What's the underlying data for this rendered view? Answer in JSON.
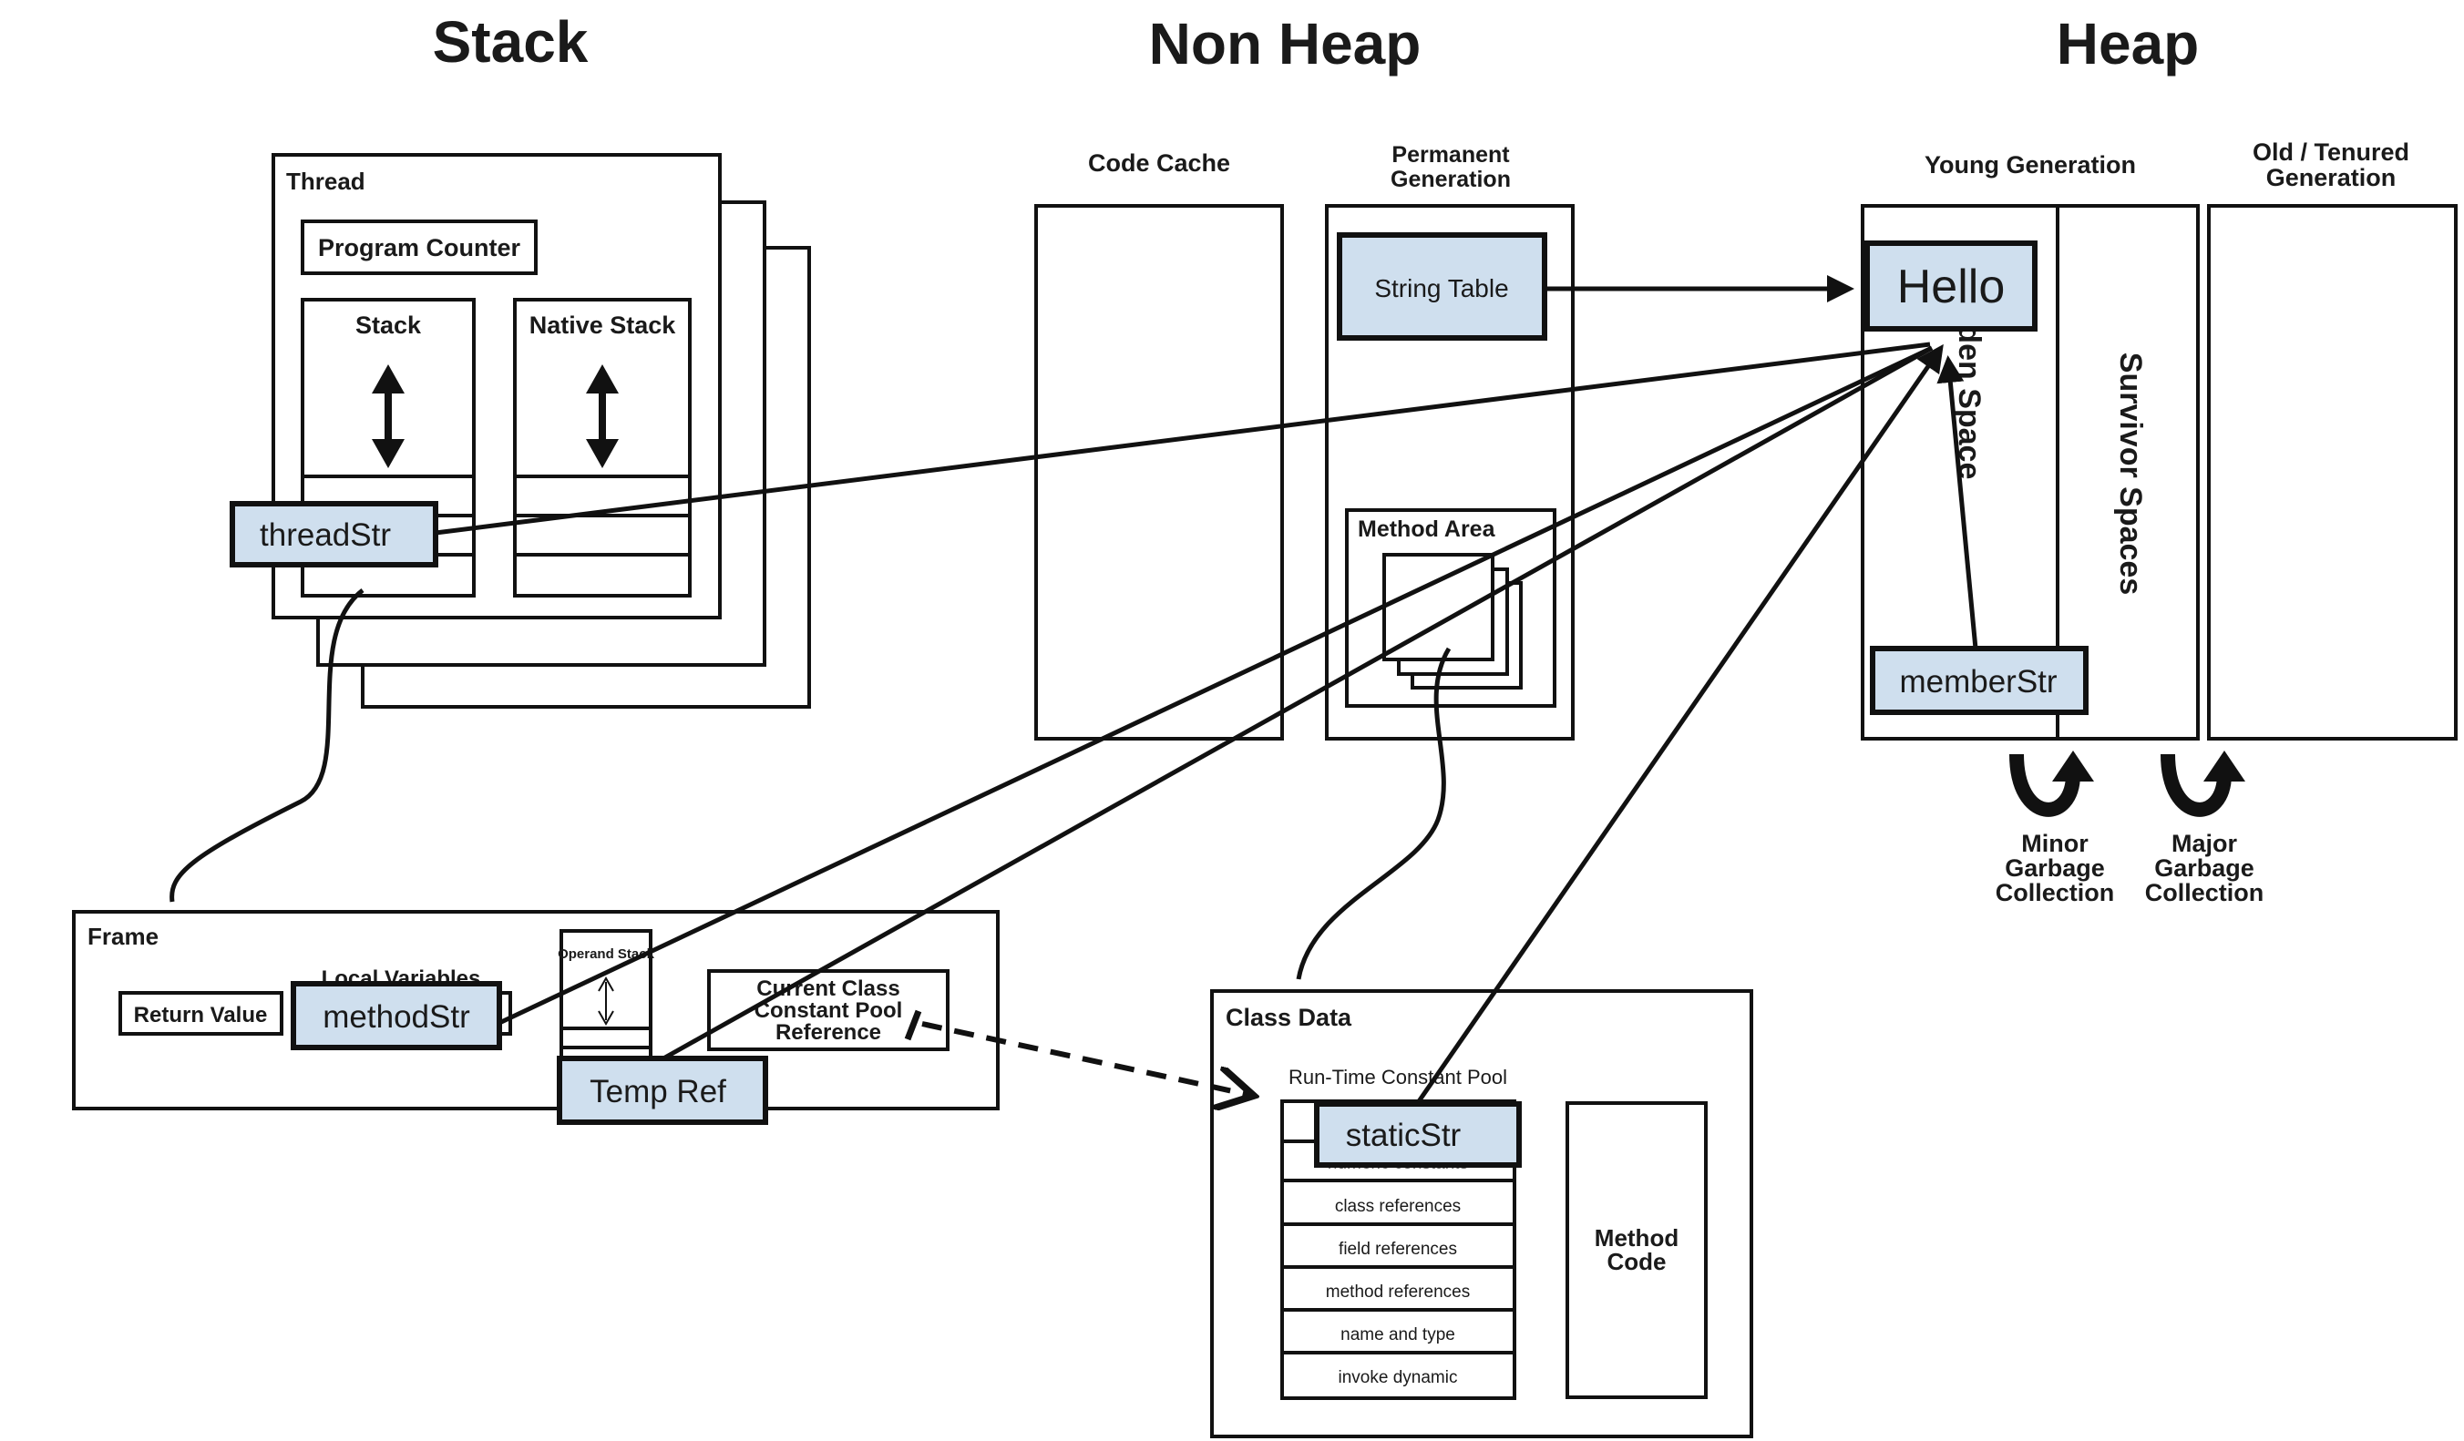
{
  "sections": {
    "stack": "Stack",
    "non_heap": "Non Heap",
    "heap": "Heap"
  },
  "stack_area": {
    "thread_label": "Thread",
    "program_counter": "Program Counter",
    "stack_label": "Stack",
    "native_stack_label": "Native Stack",
    "thread_str": "threadStr"
  },
  "frame": {
    "label": "Frame",
    "return_value": "Return Value",
    "local_variables": "Local Variables",
    "method_str": "methodStr",
    "operand_stack": "Operand Stack",
    "temp_ref": "Temp Ref",
    "current_class_lines": [
      "Current Class",
      "Constant Pool",
      "Reference"
    ]
  },
  "non_heap_area": {
    "code_cache": "Code Cache",
    "permanent_generation_lines": [
      "Permanent",
      "Generation"
    ],
    "string_table": "String Table",
    "method_area": "Method Area"
  },
  "class_data": {
    "label": "Class Data",
    "runtime_constant_pool": "Run-Time Constant Pool",
    "static_str": "staticStr",
    "numeric_constants": "numeric constants",
    "pool_rows": [
      "class references",
      "field references",
      "method references",
      "name and type",
      "invoke dynamic"
    ],
    "method_code_lines": [
      "Method",
      "Code"
    ]
  },
  "heap_area": {
    "young_generation": "Young Generation",
    "old_generation_lines": [
      "Old / Tenured",
      "Generation"
    ],
    "hello": "Hello",
    "eden_space": "Eden Space",
    "survivor_spaces": "Survivor Spaces",
    "member_str": "memberStr",
    "minor_gc_lines": [
      "Minor",
      "Garbage",
      "Collection"
    ],
    "major_gc_lines": [
      "Major",
      "Garbage",
      "Collection"
    ]
  }
}
